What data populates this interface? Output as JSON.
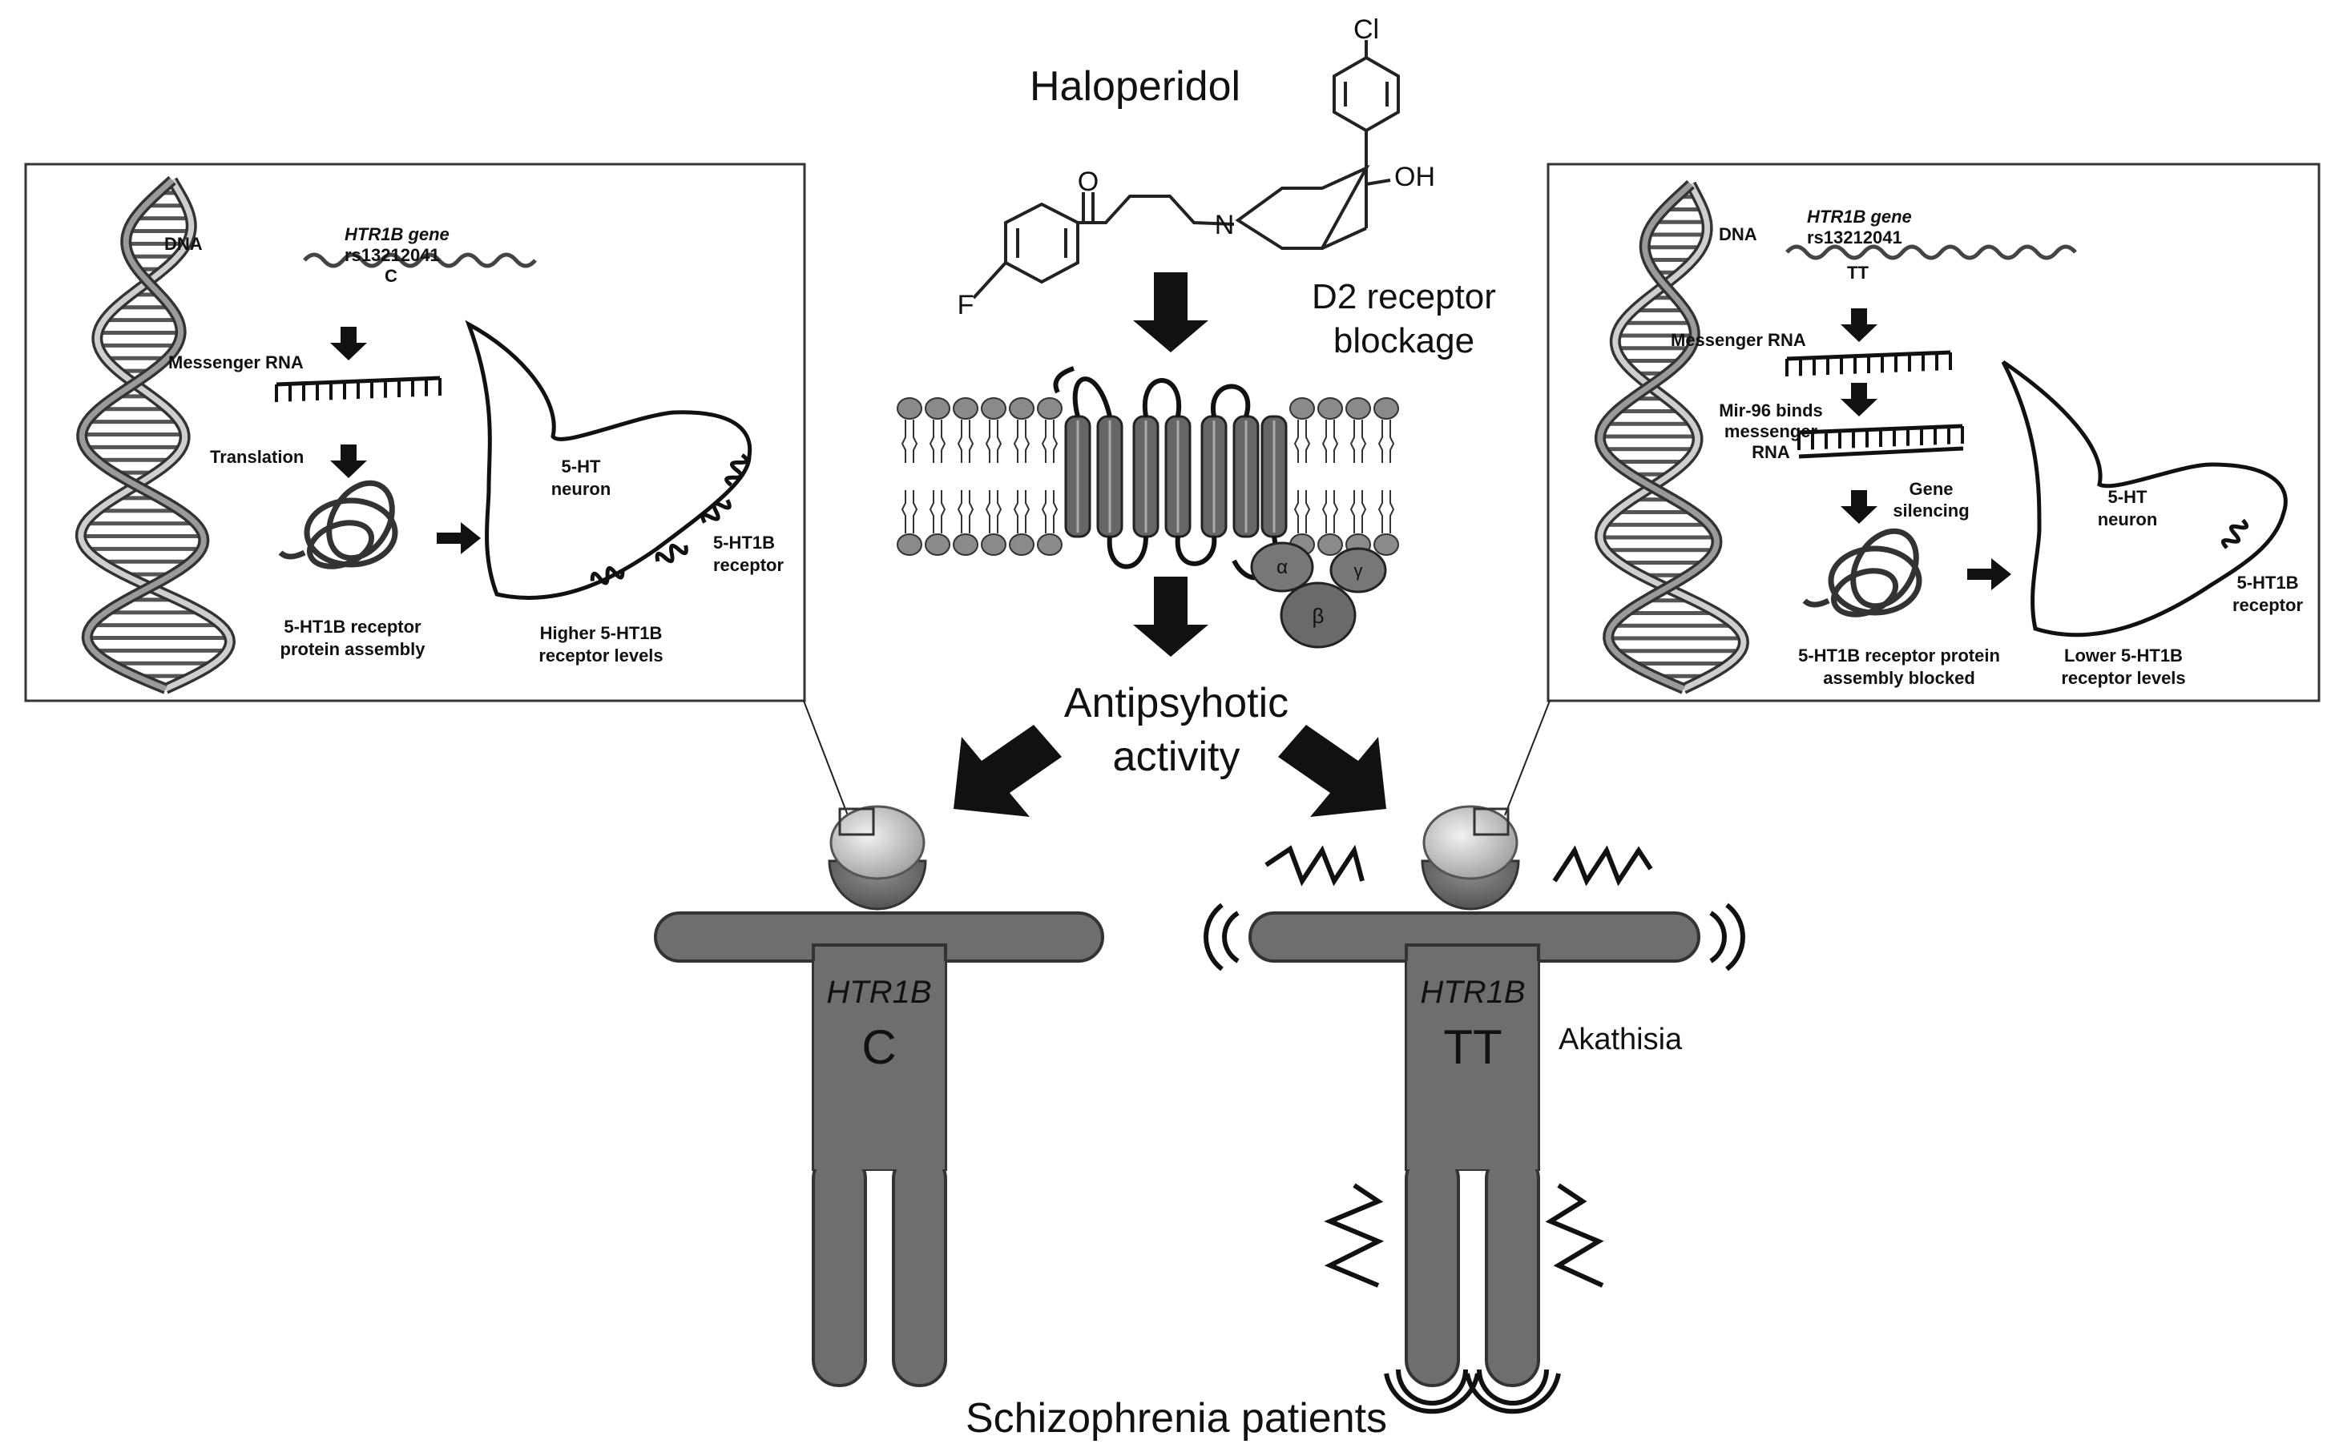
{
  "drug": {
    "name": "Haloperidol",
    "atoms": {
      "cl": "Cl",
      "oh": "OH",
      "o": "O",
      "n": "N",
      "f": "F"
    }
  },
  "mechanism": {
    "receptor_line1": "D2 receptor",
    "receptor_line2": "blockage",
    "g_alpha": "α",
    "g_beta": "β",
    "g_gamma": "γ",
    "activity_line1": "Antipsyhotic",
    "activity_line2": "activity"
  },
  "left_panel": {
    "dna": "DNA",
    "gene_line1": "HTR1B gene",
    "gene_line2": "rs13212041",
    "allele": "C",
    "mrna": "Messenger RNA",
    "translation": "Translation",
    "protein_line1": "5-HT1B receptor",
    "protein_line2": "protein assembly",
    "neuron_line1": "5-HT",
    "neuron_line2": "neuron",
    "receptor_line1": "5-HT1B",
    "receptor_line2": "receptor",
    "levels_line1": "Higher 5-HT1B",
    "levels_line2": "receptor levels"
  },
  "right_panel": {
    "dna": "DNA",
    "gene_line1": "HTR1B gene",
    "gene_line2": "rs13212041",
    "allele": "TT",
    "mrna": "Messenger RNA",
    "mir_line1": "Mir-96 binds",
    "mir_line2": "messenger",
    "mir_line3": "RNA",
    "silencing_line1": "Gene",
    "silencing_line2": "silencing",
    "neuron_line1": "5-HT",
    "neuron_line2": "neuron",
    "receptor_line1": "5-HT1B",
    "receptor_line2": "receptor",
    "protein_line1": "5-HT1B receptor protein",
    "protein_line2": "assembly blocked",
    "levels_line1": "Lower 5-HT1B",
    "levels_line2": "receptor levels"
  },
  "patients": {
    "left": {
      "gene": "HTR1B",
      "genotype": "C"
    },
    "right": {
      "gene": "HTR1B",
      "genotype": "TT",
      "effect": "Akathisia"
    },
    "caption": "Schizophrenia patients"
  }
}
